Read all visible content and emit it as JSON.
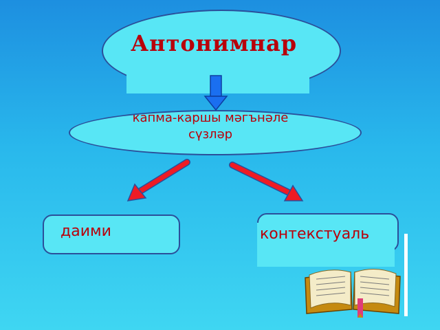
{
  "diagram": {
    "root": "Антонимнар",
    "definition": "капма-каршы мәгънәле сүзләр",
    "types": [
      "даими",
      "контекстуаль"
    ]
  },
  "colors": {
    "background_top": "#1d8fe0",
    "background_bottom": "#3fd6f2",
    "shape_fill": "#58e6f5",
    "shape_border": "#2b4f9a",
    "text": "#b8000a",
    "down_arrow": "#1a6ff0",
    "diag_arrows": "#ee1b24"
  },
  "icons": [
    "down-arrow-icon",
    "arrow-left-down-icon",
    "arrow-right-down-icon",
    "open-book-icon"
  ]
}
